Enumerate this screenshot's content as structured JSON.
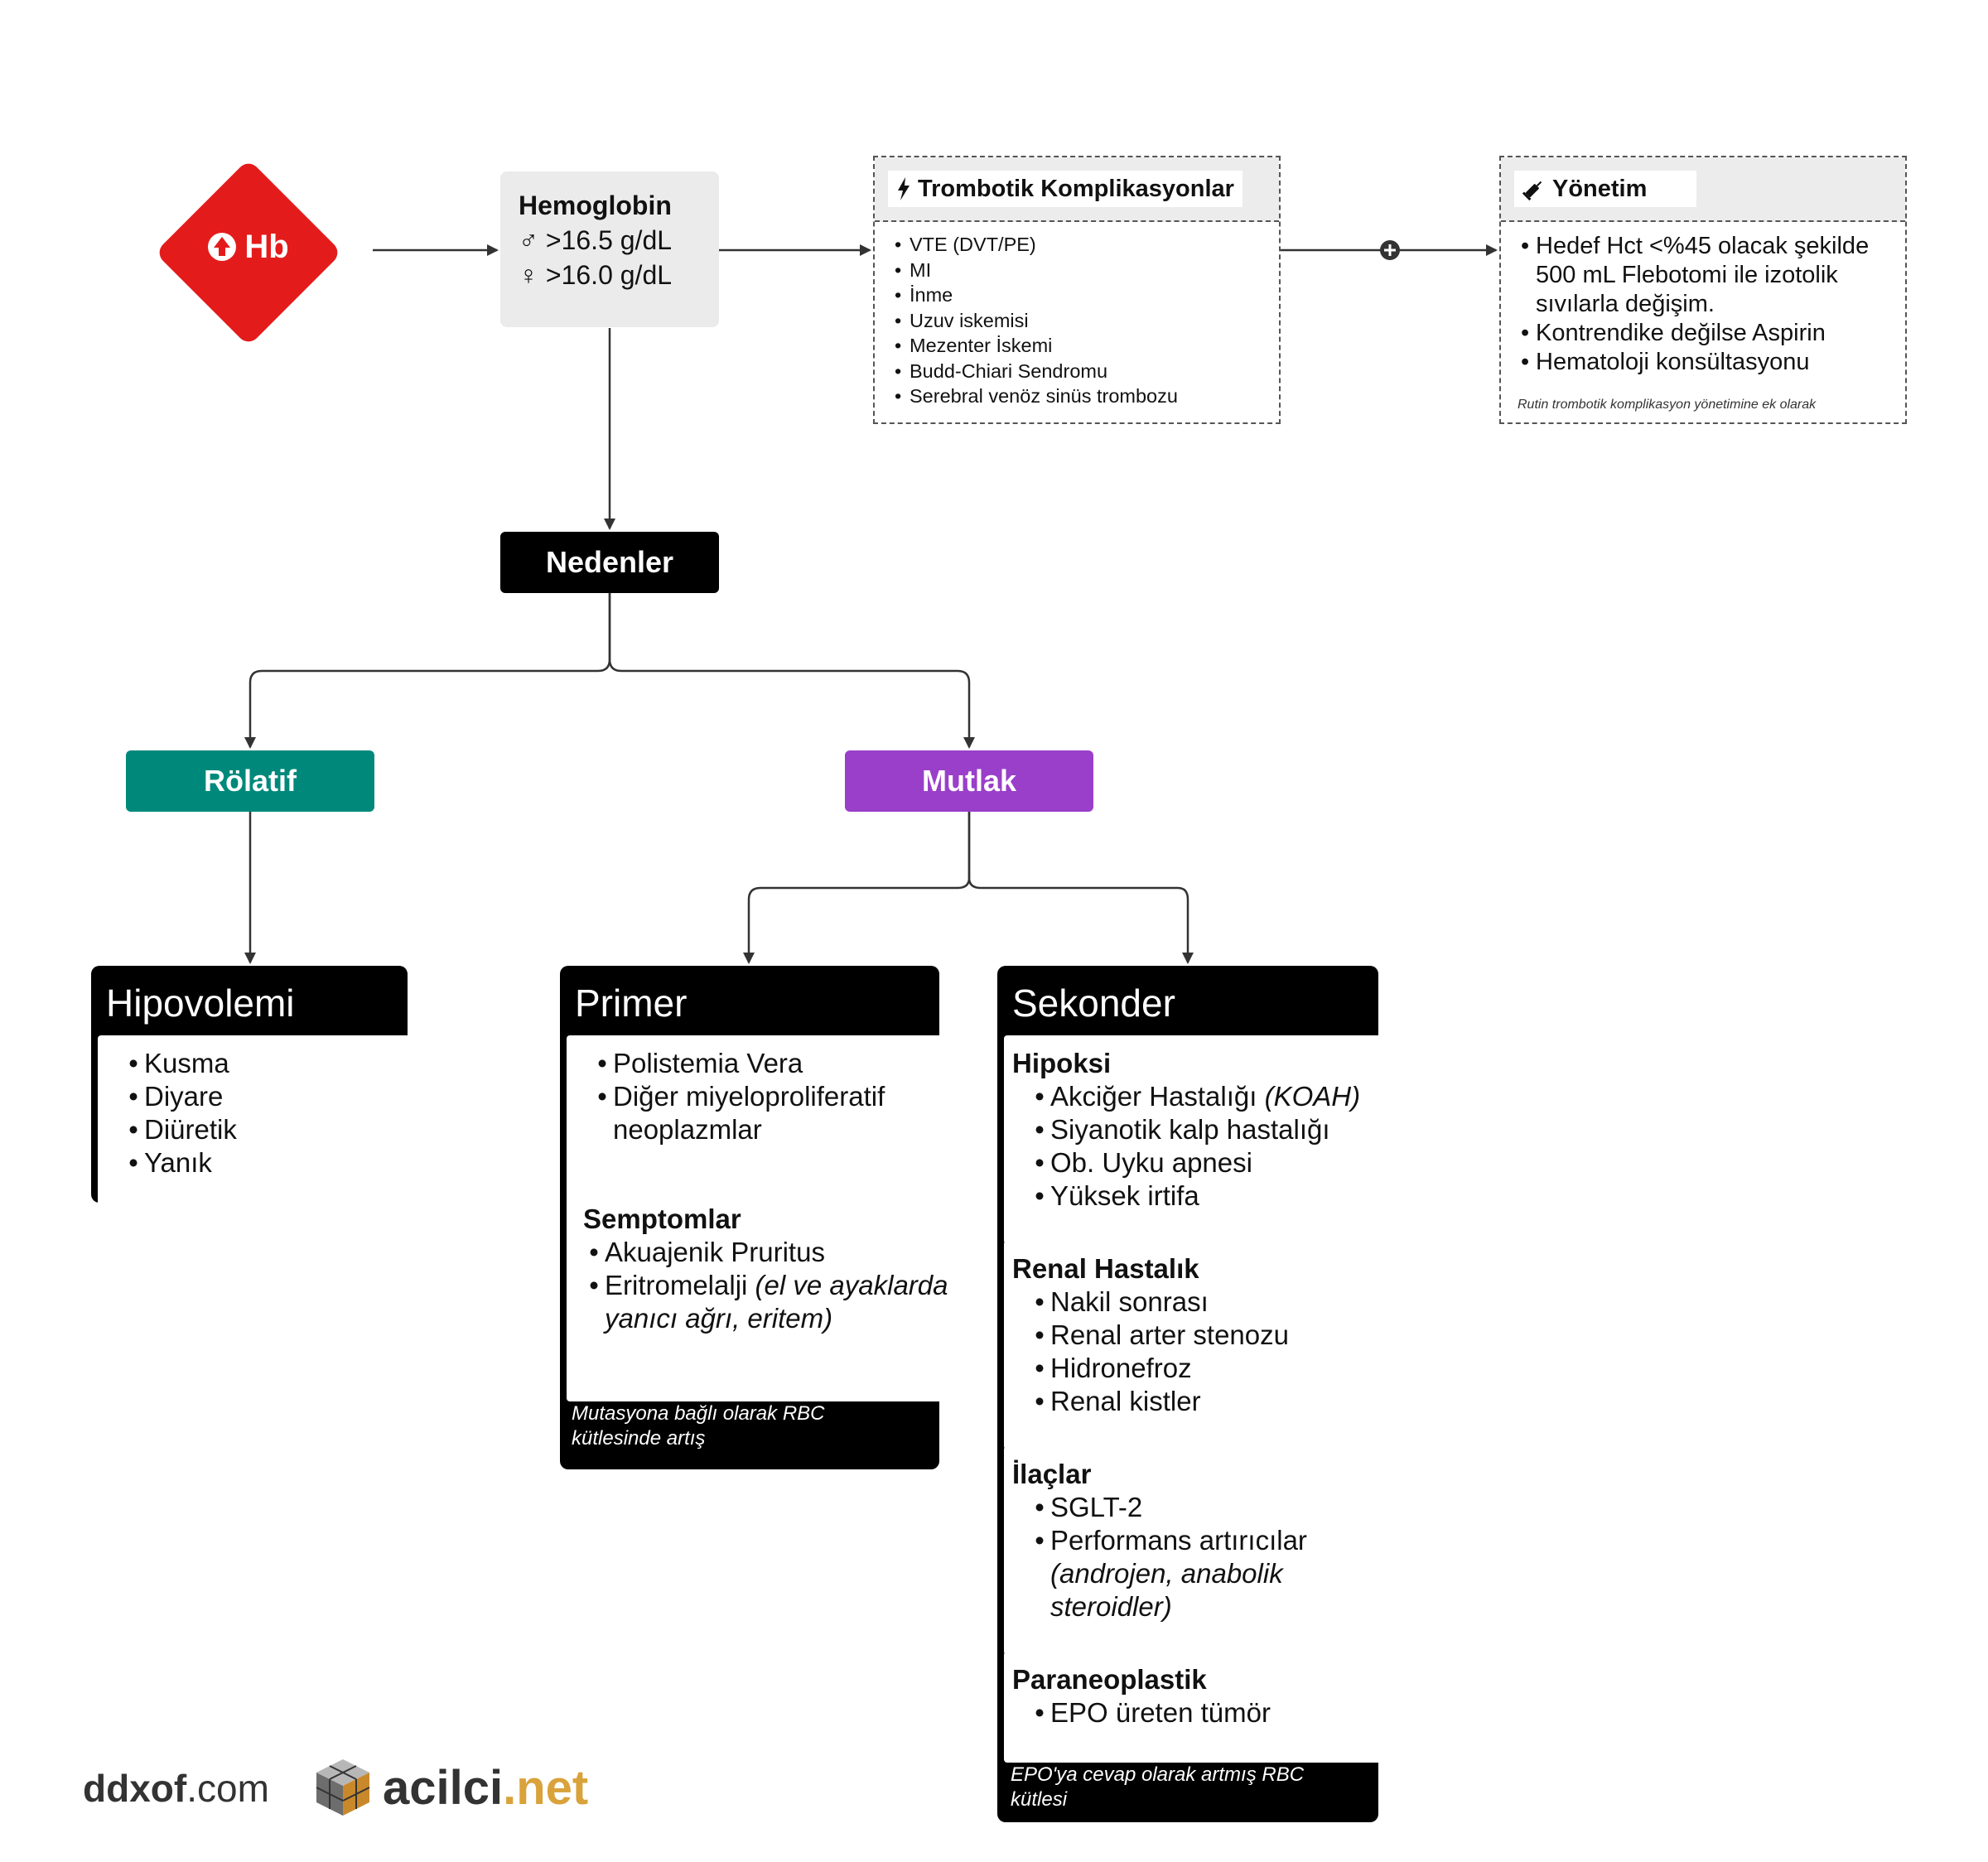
{
  "hb": {
    "label": "Hb",
    "icon": "arrow-up-circle-icon",
    "color": "#e41b1b"
  },
  "hemoglobin": {
    "title": "Hemoglobin",
    "male": "♂ >16.5 g/dL",
    "female": "♀ >16.0 g/dL"
  },
  "trombotik": {
    "title": "Trombotik Komplikasyonlar",
    "icon": "lightning-icon",
    "items": [
      "VTE (DVT/PE)",
      "MI",
      "İnme",
      "Uzuv iskemisi",
      "Mezenter İskemi",
      "Budd-Chiari Sendromu",
      "Serebral venöz sinüs trombozu"
    ]
  },
  "yonetim": {
    "title": "Yönetim",
    "icon": "syringe-icon",
    "items": [
      "Hedef Hct <%45 olacak şekilde 500 mL Flebotomi ile izotolik sıvılarla değişim.",
      "Kontrendike değilse Aspirin",
      "Hematoloji konsültasyonu"
    ],
    "note": "Rutin trombotik komplikasyon yönetimine ek olarak"
  },
  "nedenler": {
    "label": "Nedenler"
  },
  "rolatif": {
    "label": "Rölatif",
    "color": "#00897b"
  },
  "mutlak": {
    "label": "Mutlak",
    "color": "#9a3fc9"
  },
  "hipovolemi": {
    "title": "Hipovolemi",
    "items": [
      "Kusma",
      "Diyare",
      "Diüretik",
      "Yanık"
    ]
  },
  "primer": {
    "title": "Primer",
    "items": [
      "Polistemia Vera",
      "Diğer miyeloproliferatif neoplazmlar"
    ],
    "semptomlar": {
      "title": "Semptomlar",
      "item1": "Akuajenik Pruritus",
      "item2_main": "Eritromelalji",
      "item2_italic": "(el ve ayaklarda yanıcı ağrı, eritem)"
    },
    "note": "Mutasyona bağlı olarak RBC kütlesinde artış"
  },
  "sekonder": {
    "title": "Sekonder",
    "hipoksi": {
      "title": "Hipoksi",
      "item1_main": "Akciğer Hastalığı",
      "item1_italic": "(KOAH)",
      "items": [
        "Siyanotik kalp hastalığı",
        "Ob. Uyku apnesi",
        "Yüksek irtifa"
      ]
    },
    "renal": {
      "title": "Renal Hastalık",
      "items": [
        "Nakil sonrası",
        "Renal arter stenozu",
        "Hidronefroz",
        "Renal kistler"
      ]
    },
    "ilaclar": {
      "title": "İlaçlar",
      "item1": "SGLT-2",
      "item2_main": "Performans artırıcılar",
      "item2_italic": "(androjen, anabolik steroidler)"
    },
    "paraneoplastik": {
      "title": "Paraneoplastik",
      "items": [
        "EPO üreten tümör"
      ]
    },
    "note": "EPO'ya cevap olarak artmış RBC kütlesi"
  },
  "footer": {
    "ddxof_bold": "ddxof",
    "ddxof_rest": ".com",
    "acilci_main": "acilci",
    "acilci_tld": ".net"
  }
}
